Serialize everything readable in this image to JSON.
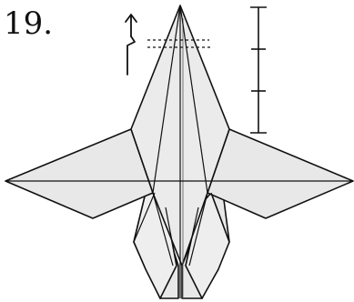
{
  "step": {
    "number": "19."
  },
  "colors": {
    "paper": "#e8e8e8",
    "paper_light": "#f1f1f1",
    "line": "#111111",
    "background": "#ffffff"
  },
  "symbols": {
    "fold_arrow": "up-arrow-with-zigzag",
    "fold_line": "dotted-valley-fold-line",
    "measure": "divide-into-thirds-ruler"
  }
}
